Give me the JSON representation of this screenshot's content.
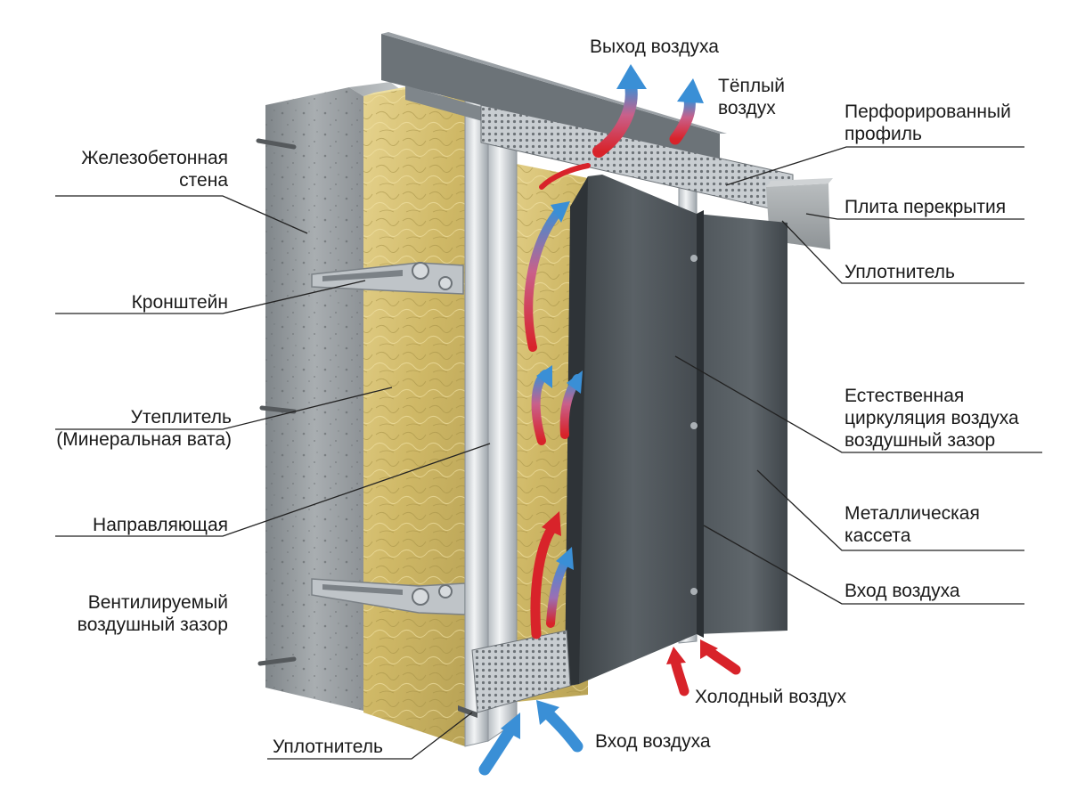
{
  "labels": {
    "left": {
      "wall_line1": "Железобетонная",
      "wall_line2": "стена",
      "bracket": "Кронштейн",
      "insulation_line1": "Утеплитель",
      "insulation_line2": "(Минеральная вата)",
      "guide": "Направляющая",
      "vent_gap_line1": "Вентилируемый",
      "vent_gap_line2": "воздушный зазор"
    },
    "right": {
      "perforated_line1": "Перфорированный",
      "perforated_line2": "профиль",
      "floor_slab": "Плита перекрытия",
      "sealant_top": "Уплотнитель",
      "natural_circ_line1": "Естественная",
      "natural_circ_line2": "циркуляция воздуха",
      "natural_circ_line3": "воздушный зазор",
      "cassette_line1": "Металлическая",
      "cassette_line2": "кассета",
      "air_inlet_right": "Вход воздуха"
    },
    "top": {
      "air_outlet": "Выход воздуха",
      "warm_air_line1": "Тёплый",
      "warm_air_line2": "воздух"
    },
    "bottom": {
      "sealant_bottom": "Уплотнитель",
      "air_inlet_bottom": "Вход воздуха",
      "cold_air": "Холодный воздух"
    }
  },
  "colors": {
    "concrete": "#9ea3a6",
    "insulation": "#d9c47a",
    "aluminum": "#c9ced2",
    "cassette": "#4b5257",
    "arrow_blue": "#3a8fd6",
    "arrow_red": "#d8232a",
    "leader": "#222222"
  }
}
